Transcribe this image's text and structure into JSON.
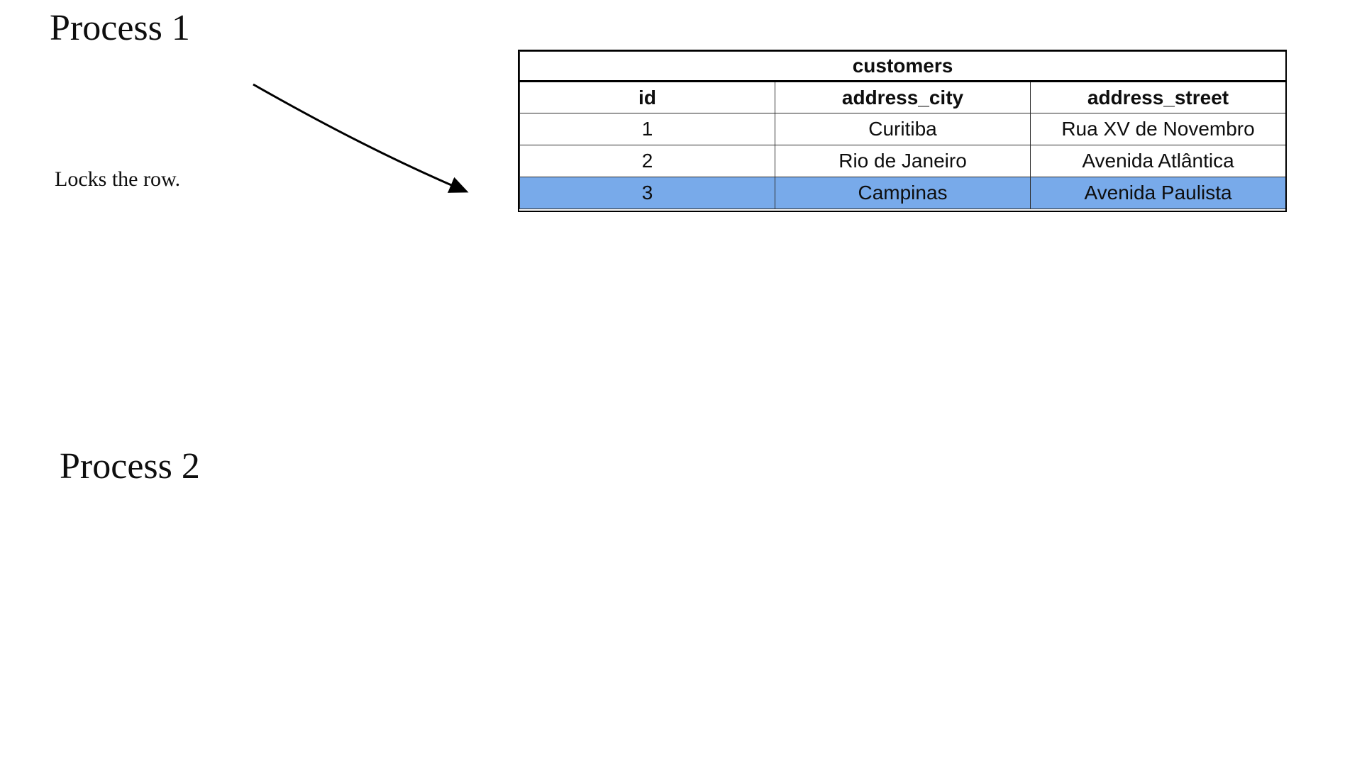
{
  "slide": {
    "process1_label": "Process 1",
    "process2_label": "Process 2",
    "annotation": "Locks the row."
  },
  "table": {
    "title": "customers",
    "columns": [
      "id",
      "address_city",
      "address_street"
    ],
    "rows": [
      {
        "cells": [
          "1",
          "Curitiba",
          "Rua XV de Novembro"
        ],
        "highlighted": false
      },
      {
        "cells": [
          "2",
          "Rio de Janeiro",
          "Avenida Atlântica"
        ],
        "highlighted": false
      },
      {
        "cells": [
          "3",
          "Campinas",
          "Avenida Paulista"
        ],
        "highlighted": true
      }
    ]
  },
  "arrow": {
    "description": "arrow from Process 1 area to locked row 3"
  },
  "colors": {
    "highlight_row": "#78aaea",
    "arrow": "#000000",
    "table_border": "#000000",
    "text": "#0e0e0e"
  }
}
